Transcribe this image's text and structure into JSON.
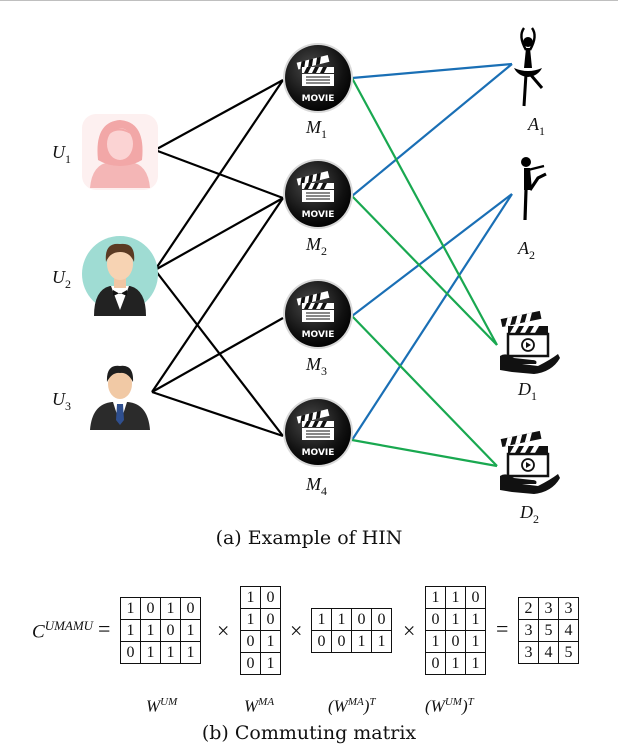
{
  "hin": {
    "users": [
      {
        "id": "U1",
        "base": "U",
        "sub": "1"
      },
      {
        "id": "U2",
        "base": "U",
        "sub": "2"
      },
      {
        "id": "U3",
        "base": "U",
        "sub": "3"
      }
    ],
    "movies": [
      {
        "id": "M1",
        "base": "M",
        "sub": "1",
        "icon_text": "MOVIE"
      },
      {
        "id": "M2",
        "base": "M",
        "sub": "2",
        "icon_text": "MOVIE"
      },
      {
        "id": "M3",
        "base": "M",
        "sub": "3",
        "icon_text": "MOVIE"
      },
      {
        "id": "M4",
        "base": "M",
        "sub": "4",
        "icon_text": "MOVIE"
      }
    ],
    "actors": [
      {
        "id": "A1",
        "base": "A",
        "sub": "1"
      },
      {
        "id": "A2",
        "base": "A",
        "sub": "2"
      }
    ],
    "directors": [
      {
        "id": "D1",
        "base": "D",
        "sub": "1"
      },
      {
        "id": "D2",
        "base": "D",
        "sub": "2"
      }
    ],
    "edges_user_movie": [
      [
        "U1",
        "M1"
      ],
      [
        "U1",
        "M2"
      ],
      [
        "U2",
        "M1"
      ],
      [
        "U2",
        "M2"
      ],
      [
        "U2",
        "M4"
      ],
      [
        "U3",
        "M2"
      ],
      [
        "U3",
        "M3"
      ],
      [
        "U3",
        "M4"
      ]
    ],
    "edges_movie_actor": [
      [
        "M1",
        "A1"
      ],
      [
        "M2",
        "A1"
      ],
      [
        "M3",
        "A2"
      ],
      [
        "M4",
        "A2"
      ]
    ],
    "edges_movie_director": [
      [
        "M1",
        "D1"
      ],
      [
        "M2",
        "D1"
      ],
      [
        "M3",
        "D2"
      ],
      [
        "M4",
        "D2"
      ]
    ],
    "colors": {
      "user_movie": "#000000",
      "movie_actor": "#1a6fb5",
      "movie_director": "#19a850"
    }
  },
  "captions": {
    "a": "(a) Example of HIN",
    "b": "(b) Commuting matrix"
  },
  "commuting": {
    "lhs_base": "C",
    "lhs_sup": "UMAMU",
    "ops": [
      "=",
      "×",
      "×",
      "×",
      "="
    ],
    "matrices": [
      {
        "label_base": "W",
        "label_sup": "UM",
        "label_wrap": "",
        "rows": [
          [
            "1",
            "0",
            "1",
            "0"
          ],
          [
            "1",
            "1",
            "0",
            "1"
          ],
          [
            "0",
            "1",
            "1",
            "1"
          ]
        ]
      },
      {
        "label_base": "W",
        "label_sup": "MA",
        "label_wrap": "",
        "rows": [
          [
            "1",
            "0"
          ],
          [
            "1",
            "0"
          ],
          [
            "0",
            "1"
          ],
          [
            "0",
            "1"
          ]
        ]
      },
      {
        "label_base": "(W",
        "label_sup": "MA",
        "label_wrap": ")",
        "label_t": "T",
        "rows": [
          [
            "1",
            "1",
            "0",
            "0"
          ],
          [
            "0",
            "0",
            "1",
            "1"
          ]
        ]
      },
      {
        "label_base": "(W",
        "label_sup": "UM",
        "label_wrap": ")",
        "label_t": "T",
        "rows": [
          [
            "1",
            "1",
            "0"
          ],
          [
            "0",
            "1",
            "1"
          ],
          [
            "1",
            "0",
            "1"
          ],
          [
            "0",
            "1",
            "1"
          ]
        ]
      },
      {
        "label_base": "",
        "label_sup": "",
        "label_wrap": "",
        "rows": [
          [
            "2",
            "3",
            "3"
          ],
          [
            "3",
            "5",
            "4"
          ],
          [
            "3",
            "4",
            "5"
          ]
        ]
      }
    ]
  }
}
